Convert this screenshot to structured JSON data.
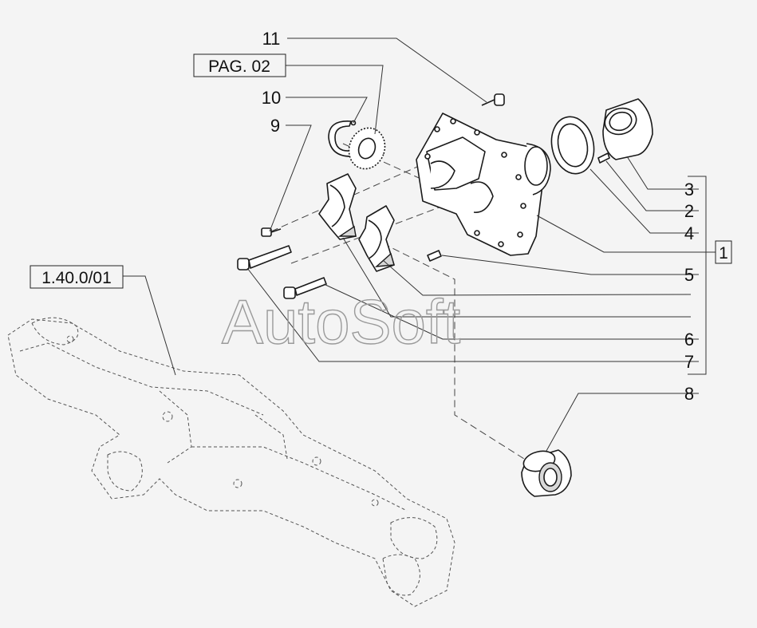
{
  "callouts": [
    {
      "id": "11",
      "text": "11"
    },
    {
      "id": "10",
      "text": "10"
    },
    {
      "id": "9",
      "text": "9"
    },
    {
      "id": "3",
      "text": "3"
    },
    {
      "id": "2",
      "text": "2"
    },
    {
      "id": "4",
      "text": "4"
    },
    {
      "id": "5",
      "text": "5"
    },
    {
      "id": "6",
      "text": "6"
    },
    {
      "id": "7",
      "text": "7"
    },
    {
      "id": "8",
      "text": "8"
    }
  ],
  "references": {
    "page_ref": "PAG. 02",
    "axle_ref": "1.40.0/01",
    "group_ref": "1"
  },
  "watermark": "AutoSoft"
}
